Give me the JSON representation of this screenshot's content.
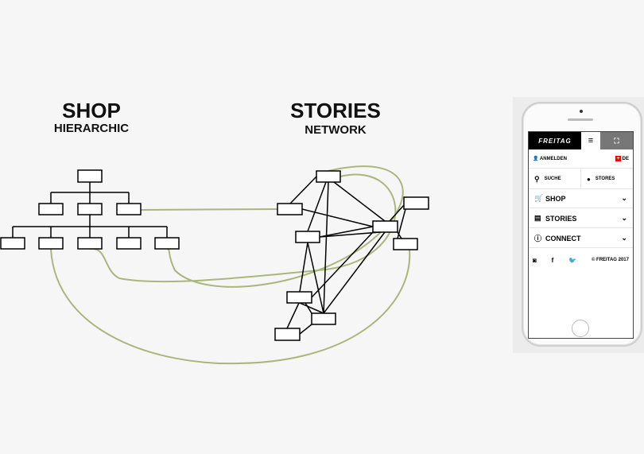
{
  "shop": {
    "title": "SHOP",
    "subtitle": "HIERARCHIC"
  },
  "stories": {
    "title": "STORIES",
    "subtitle": "NETWORK"
  },
  "phone": {
    "brand": "FREITAG",
    "login": "ANMELDEN",
    "lang": "DE",
    "search": "SUCHE",
    "stores": "STORES",
    "menu": [
      {
        "label": "SHOP",
        "icon": "cart-icon"
      },
      {
        "label": "STORIES",
        "icon": "chat-icon"
      },
      {
        "label": "CONNECT",
        "icon": "info-icon"
      }
    ],
    "copyright": "© FREITAG 2017"
  },
  "colors": {
    "link": "#aab67c",
    "node": "#000000"
  }
}
